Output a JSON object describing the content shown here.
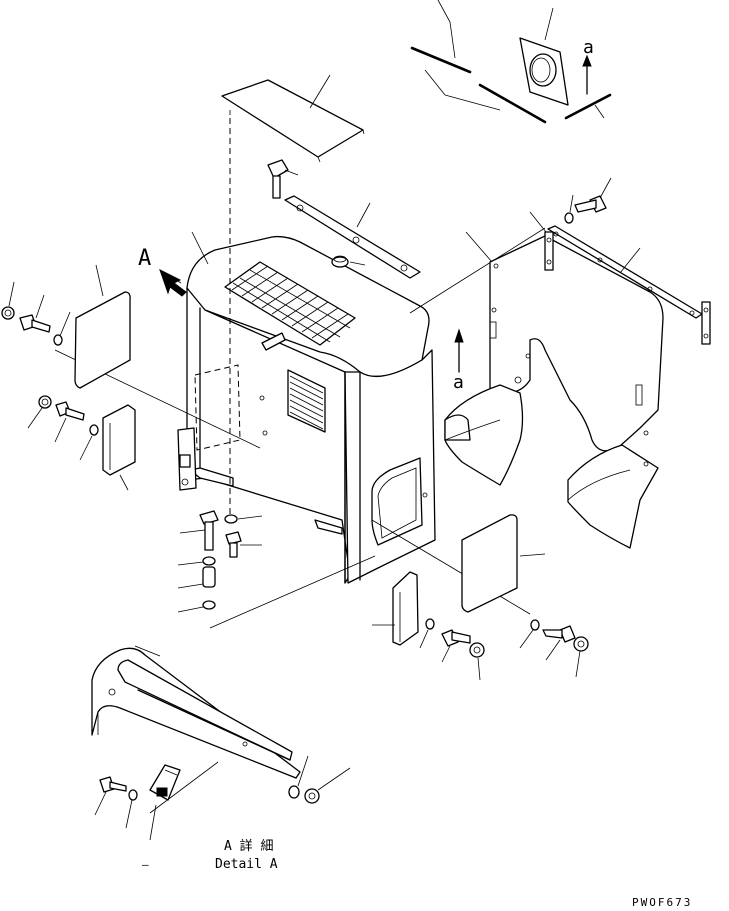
{
  "view_label_A": "A",
  "view_label_a_top": "a",
  "view_label_a_mid": "a",
  "detail_title_jp": "A 詳 細",
  "detail_title_en": "Detail A",
  "detail_dash": "–",
  "drawing_number": "PWOF673",
  "icons": [
    "view-arrow-icon",
    "direction-arrow-icon"
  ]
}
